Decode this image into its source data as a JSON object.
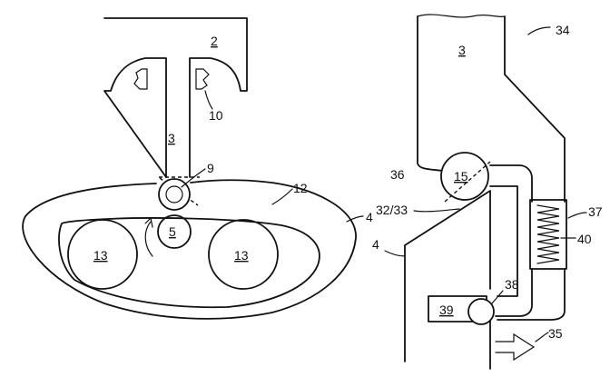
{
  "colors": {
    "ink": "#111111",
    "paper": "#ffffff"
  },
  "left_view": {
    "labels": {
      "housing": "2",
      "shaft": "3",
      "follower_roller": "9",
      "bearing": "10",
      "rotor": "5",
      "rotor_body": "12",
      "outer_body": "4",
      "lobe_left": "13",
      "lobe_right": "13"
    }
  },
  "right_view": {
    "labels": {
      "shaft": "3",
      "outline": "34",
      "roller": "15",
      "notch": "36",
      "contact": "32/33",
      "body": "4",
      "spring_housing": "37",
      "spring": "40",
      "pin": "38",
      "block": "39",
      "arrow": "35"
    }
  }
}
